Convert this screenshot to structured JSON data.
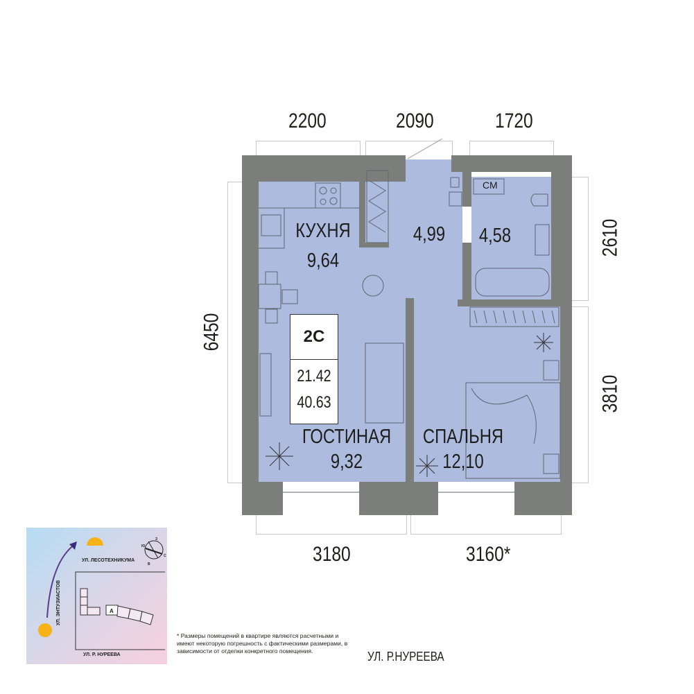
{
  "dimensions": {
    "top": [
      "2200",
      "2090",
      "1720"
    ],
    "left": "6450",
    "right": [
      "2610",
      "3810"
    ],
    "bottom": [
      "3180",
      "3160*"
    ]
  },
  "rooms": {
    "kitchen": {
      "name": "КУХНЯ",
      "area": "9,64"
    },
    "hall": {
      "area": "4,99"
    },
    "bathroom": {
      "area": "4,58",
      "appliance": "СМ"
    },
    "living": {
      "name": "ГОСТИНАЯ",
      "area": "9,32"
    },
    "bedroom": {
      "name": "СПАЛЬНЯ",
      "area": "12,10"
    }
  },
  "card": {
    "type": "2С",
    "living_area": "21.42",
    "total_area": "40.63"
  },
  "map": {
    "street_north": "УЛ. ЛЕСОТЕХНИКУМА",
    "street_west": "УЛ. ЭНТУЗИАСТОВ",
    "street_south": "УЛ. Р. НУРЕЕВА",
    "section": "А",
    "compass": {
      "n": "З",
      "e": "С",
      "s": "В",
      "w": "Ю"
    }
  },
  "footnote": "* Размеры помещений в квартире являются расчетными и имеют некоторую погрешность с фактическими размерами, в зависимости от отделки конкретного помещения.",
  "street_label": "УЛ. Р.НУРЕЕВА",
  "colors": {
    "wall": "#7b7e7a",
    "floor": "#adbbdf"
  }
}
